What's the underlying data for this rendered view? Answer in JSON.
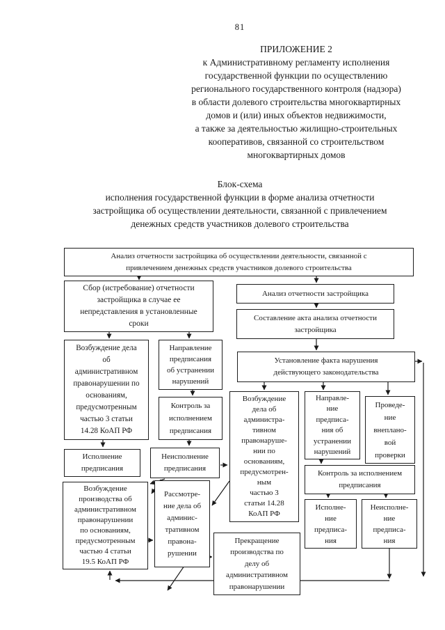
{
  "page": {
    "number": "81"
  },
  "colors": {
    "ink": "#1a1a1a",
    "paper": "#ffffff"
  },
  "appendix": {
    "lines": [
      "ПРИЛОЖЕНИЕ 2",
      "к Административному регламенту исполнения",
      "государственной функции по осуществлению",
      "регионального государственного контроля (надзора)",
      "в области долевого строительства многоквартирных",
      "домов и (или) иных объектов недвижимости,",
      "а также за деятельностью жилищно-строительных",
      "кооперативов, связанной со строительством",
      "многоквартирных домов"
    ]
  },
  "schema_title": {
    "lines": [
      "Блок-схема",
      "исполнения государственной функции в форме анализа отчетности",
      "застройщика об осуществлении деятельности, связанной с привлечением",
      "денежных средств участников долевого строительства"
    ]
  },
  "flowchart": {
    "boxes": {
      "main": "Анализ отчетности застройщика об осуществлении деятельности, связанной с\nпривлечением денежных средств участников долевого строительства",
      "collection": "Сбор (истребование) отчетности\nзастройщика в случае ее\nнепредставления в установленные\nсроки",
      "analysis": "Анализ отчетности застройщика",
      "act": "Составление акта анализа отчетности\nзастройщика",
      "violation": "Установление факта нарушения\nдействующего законодательства",
      "case_left": "Возбуждение дела\nоб\nадминистративном\nправонарушении по\nоснованиям,\nпредусмотренным\nчастью 3 статьи\n14.28 КоАП РФ",
      "order_left": "Направление\nпредписания\nоб устранении\nнарушений",
      "control_left": "Контроль за\nисполнением\nпредписания",
      "executed_left": "Исполнение\nпредписания",
      "not_executed_left": "Неисполнение\nпредписания",
      "proceedings": "Возбуждение\nпроизводства об\nадминистративном\nправонарушении\nпо основаниям,\nпредусмотренным\nчастью 4 статьи\n19.5 КоАП РФ",
      "consideration": "Рассмотре-\nние дела об\nадминис-\nтративном\nправона-\nрушении",
      "termination": "Прекращение\nпроизводства по\nделу об\nадминистративном\nправонарушении",
      "case_mid": "Возбуждение\nдела об\nадминистра-\nтивном\nправонаруше-\nнии по\nоснованиям,\nпредусмотрен-\nным\nчастью 3\nстатьи 14.28\nКоАП РФ",
      "order_mid": "Направле-\nние\nпредписа-\nния об\nустранении\nнарушений",
      "inspection": "Проведе-\nние\nвнеплано-\nвой\nпроверки",
      "control_right": "Контроль за исполнением\nпредписания",
      "executed_right": "Исполне-\nние\nпредписа-\nния",
      "not_executed_right": "Неисполне-\nние\nпредписа-\nния"
    }
  }
}
